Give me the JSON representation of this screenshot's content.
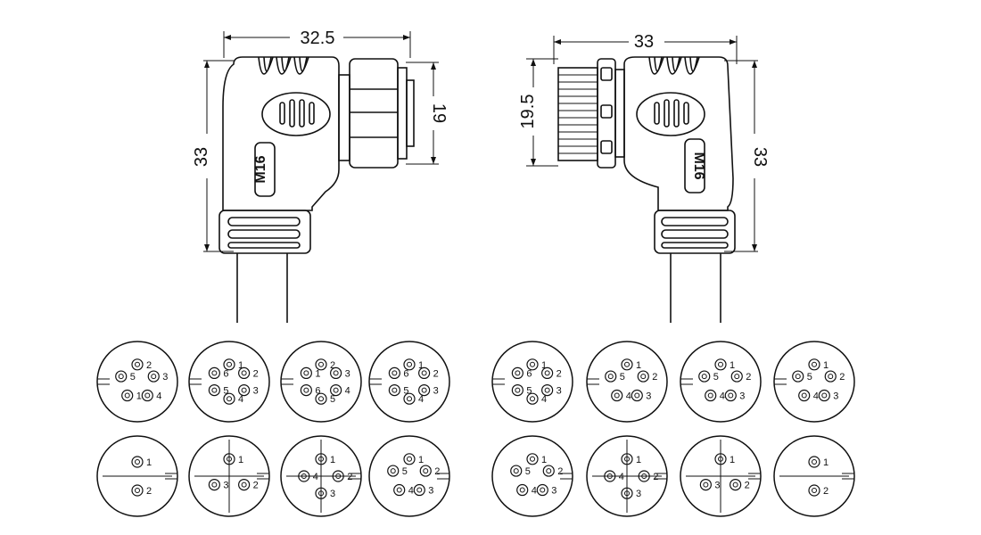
{
  "dimensions": {
    "left_width": "32.5",
    "left_height": "33",
    "left_nut_height": "19",
    "right_width": "33",
    "right_thread_height": "19.5",
    "right_height": "33"
  },
  "body_labels": {
    "left": "M16",
    "right": "M16"
  },
  "pin_faces": [
    {
      "labels": [
        "2",
        "3",
        "4",
        "1",
        "5"
      ]
    },
    {
      "labels": [
        "1",
        "2",
        "3",
        "4",
        "5",
        "6"
      ]
    },
    {
      "labels": [
        "2",
        "3",
        "4",
        "5",
        "6",
        "1"
      ]
    },
    {
      "labels": [
        "1",
        "2",
        "3",
        "4",
        "5",
        "6"
      ]
    },
    {
      "labels": [
        "1",
        "2",
        "3",
        "4",
        "5",
        "6"
      ]
    },
    {
      "labels": [
        "1",
        "2",
        "3",
        "4",
        "5"
      ]
    },
    {
      "labels": [
        "1",
        "2",
        "3",
        "4",
        "5"
      ]
    },
    {
      "labels": [
        "1",
        "2",
        "3",
        "4",
        "5"
      ]
    },
    {
      "labels": [
        "1",
        "2"
      ]
    },
    {
      "labels": [
        "1",
        "2",
        "3"
      ]
    },
    {
      "labels": [
        "1",
        "2",
        "3",
        "4"
      ]
    },
    {
      "labels": [
        "1",
        "2",
        "3",
        "4",
        "5"
      ]
    },
    {
      "labels": [
        "1",
        "2",
        "3",
        "4",
        "5"
      ]
    },
    {
      "labels": [
        "1",
        "2",
        "3",
        "4"
      ]
    },
    {
      "labels": [
        "1",
        "2",
        "3"
      ]
    },
    {
      "labels": [
        "1",
        "2"
      ]
    }
  ]
}
